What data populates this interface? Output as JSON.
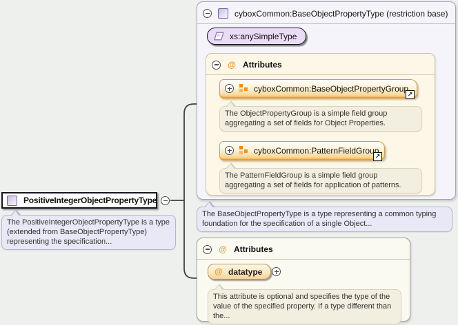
{
  "left_node": {
    "label": "PositiveIntegerObjectPropertyType",
    "description": "The PositiveIntegerObjectPropertyType is a type (extended from BaseObjectPropertyType) representing the specification..."
  },
  "base_panel": {
    "title": "cyboxCommon:BaseObjectPropertyType (restriction base)",
    "simple_type": {
      "label": "xs:anySimpleType"
    },
    "attributes_section": {
      "header": "Attributes",
      "groups": [
        {
          "label": "cyboxCommon:BaseObjectPropertyGroup",
          "description": "The ObjectPropertyGroup is a simple field group aggregating a set of fields for Object Properties."
        },
        {
          "label": "cyboxCommon:PatternFieldGroup",
          "description": "The PatternFieldGroup is a simple field group aggregating a set of fields for application of patterns."
        }
      ]
    },
    "description": "The BaseObjectPropertyType is a type representing a common typing foundation for the specification of a single Object..."
  },
  "attributes_panel": {
    "header": "Attributes",
    "attribute": {
      "name": "datatype",
      "description": "This attribute is optional and specifies the type of the value of the specified property. If a type different than the..."
    }
  },
  "colors": {
    "accent_orange": "#ee9d2b",
    "lavender_tooltip": "#e9e8f6",
    "cream_section": "#fcf7e7",
    "simple_type_purple": "#e9dcf6",
    "page_background": "#eef0ee"
  }
}
